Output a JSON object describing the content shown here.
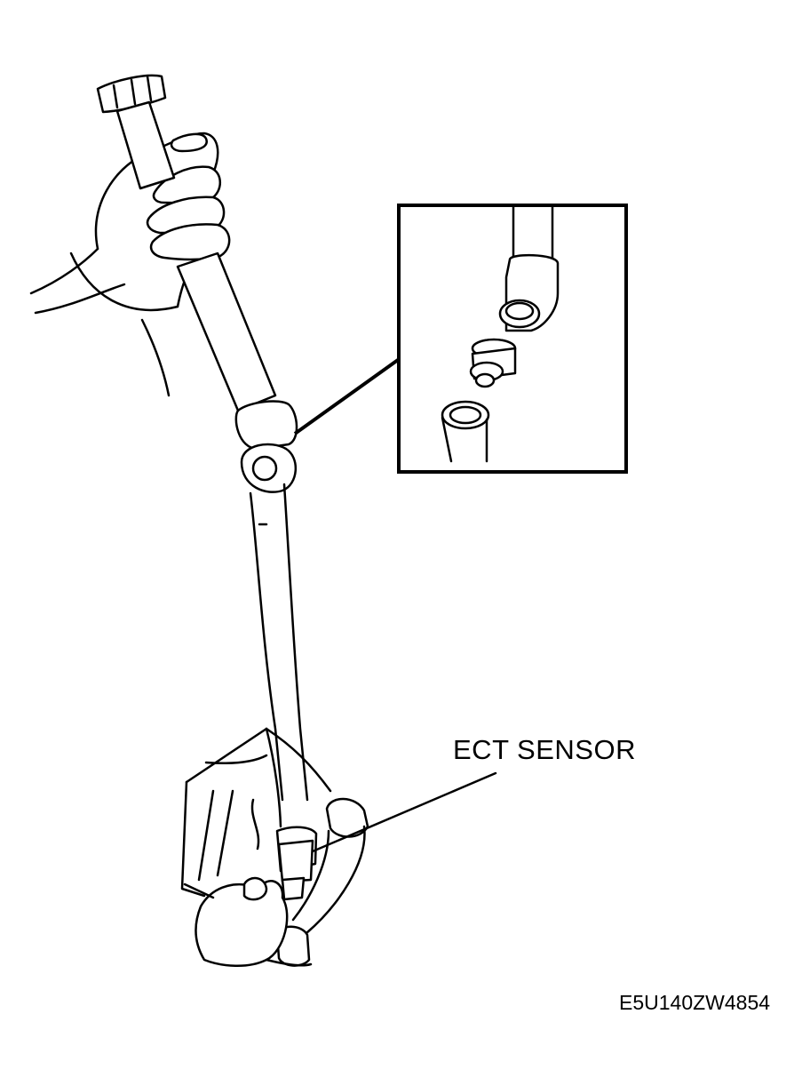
{
  "callout": {
    "label": "ECT SENSOR"
  },
  "figure_code": "E5U140ZW4854",
  "colors": {
    "ink": "#000000",
    "paper": "#ffffff"
  },
  "icons": {
    "hand_upper": "hand-gripping-wrench-illustration",
    "hand_lower": "hand-holding-engine-illustration",
    "tool": "torque-wrench-with-swivel-socket-illustration",
    "inset": "socket-adapter-exploded-detail-inset"
  }
}
